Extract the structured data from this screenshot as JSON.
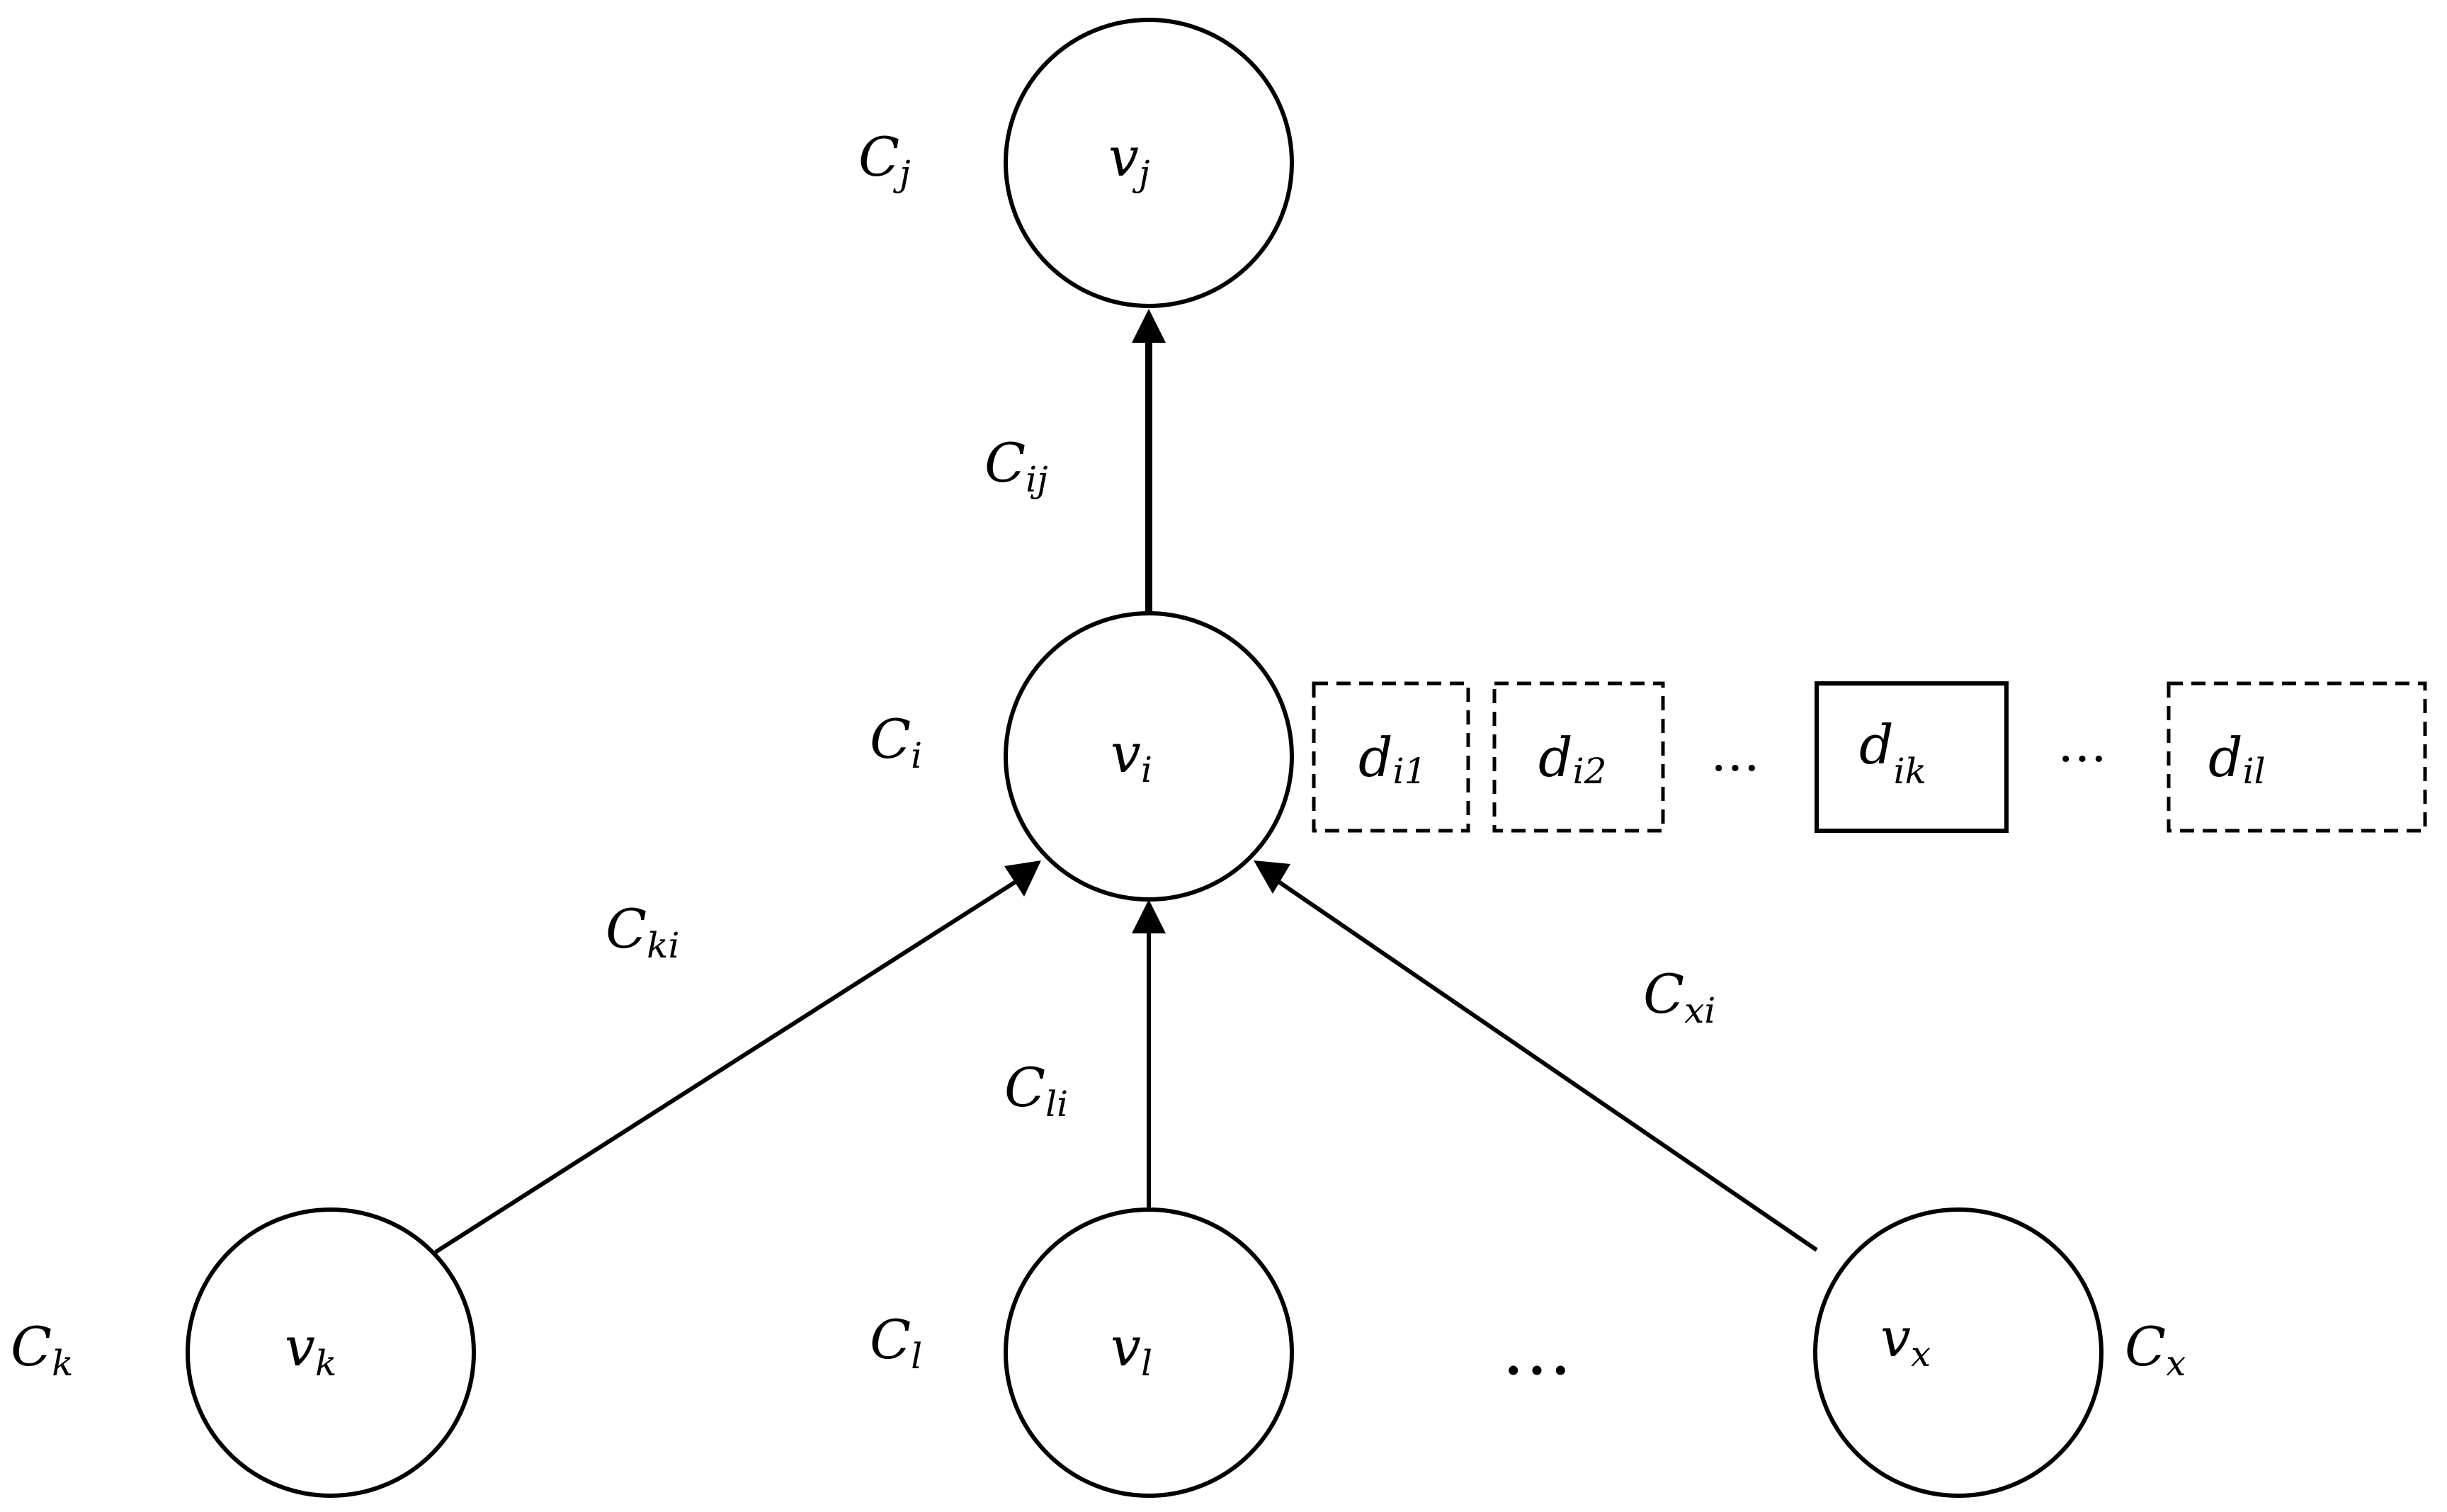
{
  "nodes": {
    "vj": {
      "base": "v",
      "sub": "j"
    },
    "vi": {
      "base": "v",
      "sub": "i"
    },
    "vk": {
      "base": "v",
      "sub": "k"
    },
    "vl": {
      "base": "v",
      "sub": "l"
    },
    "vx": {
      "base": "v",
      "sub": "x"
    }
  },
  "node_labels": {
    "Cj": {
      "base": "C",
      "sub": "j"
    },
    "Ci": {
      "base": "C",
      "sub": "i"
    },
    "Ck": {
      "base": "C",
      "sub": "k"
    },
    "Cl": {
      "base": "C",
      "sub": "l"
    },
    "Cx": {
      "base": "C",
      "sub": "x"
    }
  },
  "edge_labels": {
    "Cij": {
      "base": "C",
      "sub": "ij"
    },
    "Cki": {
      "base": "C",
      "sub": "ki"
    },
    "Cli": {
      "base": "C",
      "sub": "li"
    },
    "Cxi": {
      "base": "C",
      "sub": "xi"
    }
  },
  "boxes": {
    "di1": {
      "base": "d",
      "sub": "i1",
      "style": "dashed"
    },
    "di2": {
      "base": "d",
      "sub": "i2",
      "style": "dashed"
    },
    "dik": {
      "base": "d",
      "sub": "ik",
      "style": "solid"
    },
    "dil": {
      "base": "d",
      "sub": "il",
      "style": "dashed"
    }
  },
  "ellipses": {
    "box_row_1": "…",
    "box_row_2": "…",
    "bottom_row": "…"
  }
}
